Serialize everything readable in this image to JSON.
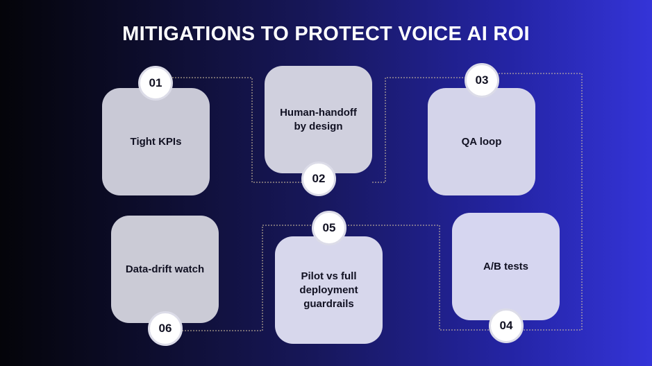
{
  "title": "MITIGATIONS TO PROTECT VOICE AI ROI",
  "steps": [
    {
      "number": "01",
      "label": "Tight KPIs"
    },
    {
      "number": "02",
      "label": "Human-handoff by design"
    },
    {
      "number": "03",
      "label": "QA loop"
    },
    {
      "number": "04",
      "label": "A/B tests"
    },
    {
      "number": "05",
      "label": "Pilot vs full deployment guardrails"
    },
    {
      "number": "06",
      "label": "Data-drift watch"
    }
  ],
  "colors": {
    "card": "#d0d0de",
    "badge": "#ffffff",
    "connector": "#d8c6a0",
    "text": "#111122"
  }
}
